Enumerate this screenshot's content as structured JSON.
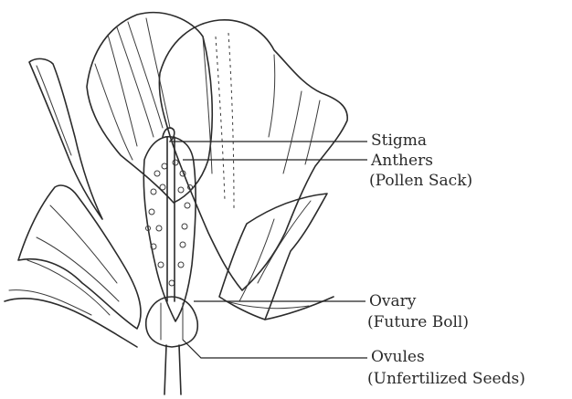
{
  "labels": {
    "stigma": "Stigma",
    "anthers": "Anthers",
    "anthers_sub": "(Pollen Sack)",
    "ovary": "Ovary",
    "ovary_sub": "(Future Boll)",
    "ovules": "Ovules",
    "ovules_sub": "(Unfertilized Seeds)"
  },
  "colors": {
    "ink": "#2b2b2b",
    "background": "#ffffff"
  }
}
